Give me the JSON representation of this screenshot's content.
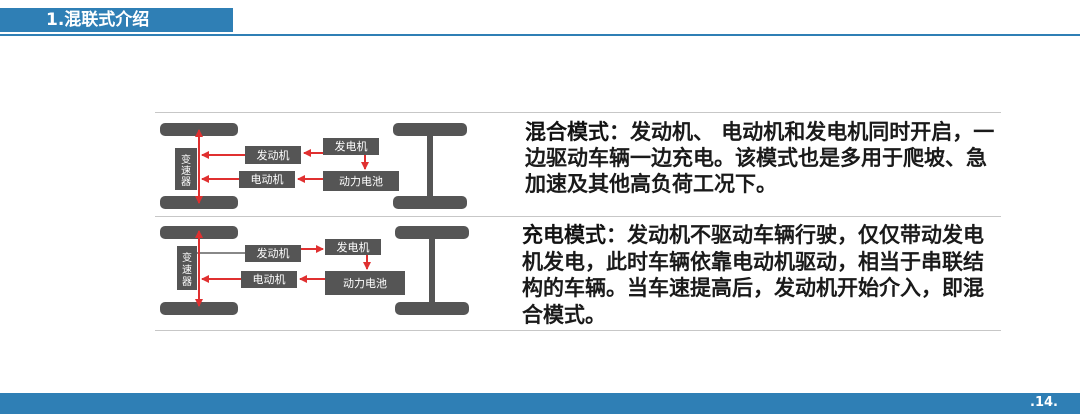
{
  "header": {
    "section_title": "1.混联式介绍"
  },
  "footer": {
    "page_number": ".14."
  },
  "diagram_labels": {
    "engine": "发动机",
    "generator": "发电机",
    "motor": "电动机",
    "battery": "动力电池",
    "gearbox": "变速器",
    "gearbox_chars": [
      "变",
      "速",
      "器"
    ]
  },
  "colors": {
    "accent": "#2f7fb5",
    "arrow": "#e03030",
    "block": "#555555"
  },
  "modes": [
    {
      "title": "混合模式",
      "description": "：发动机、 电动机和发电机同时开启，一边驱动车辆一边充电。该模式也是多用于爬坡、急加速及其他高负荷工况下。"
    },
    {
      "title": "充电模式",
      "description": "：发动机不驱动车辆行驶，仅仅带动发电机发电，此时车辆依靠电动机驱动，相当于串联结构的车辆。当车速提高后，发动机开始介入，即混合模式。"
    }
  ]
}
